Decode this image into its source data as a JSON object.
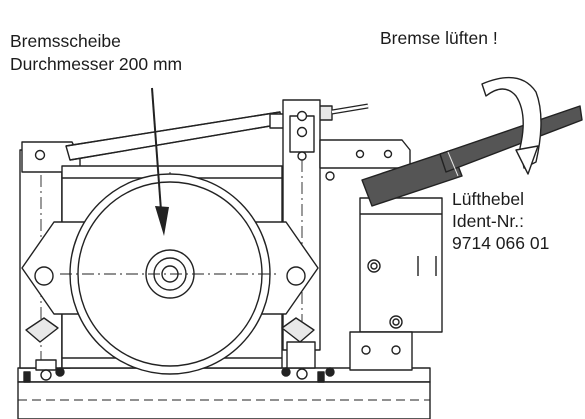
{
  "labels": {
    "disc_line1": "Bremsscheibe",
    "disc_line2": "Durchmesser 200 mm",
    "release": "Bremse lüften !",
    "lever_line1": "Lüfthebel",
    "lever_line2": "Ident-Nr.:",
    "lever_line3": "9714 066 01"
  },
  "colors": {
    "line": "#222222",
    "fill": "#ffffff",
    "shade": "#e8e8e8",
    "grip": "#555555"
  }
}
